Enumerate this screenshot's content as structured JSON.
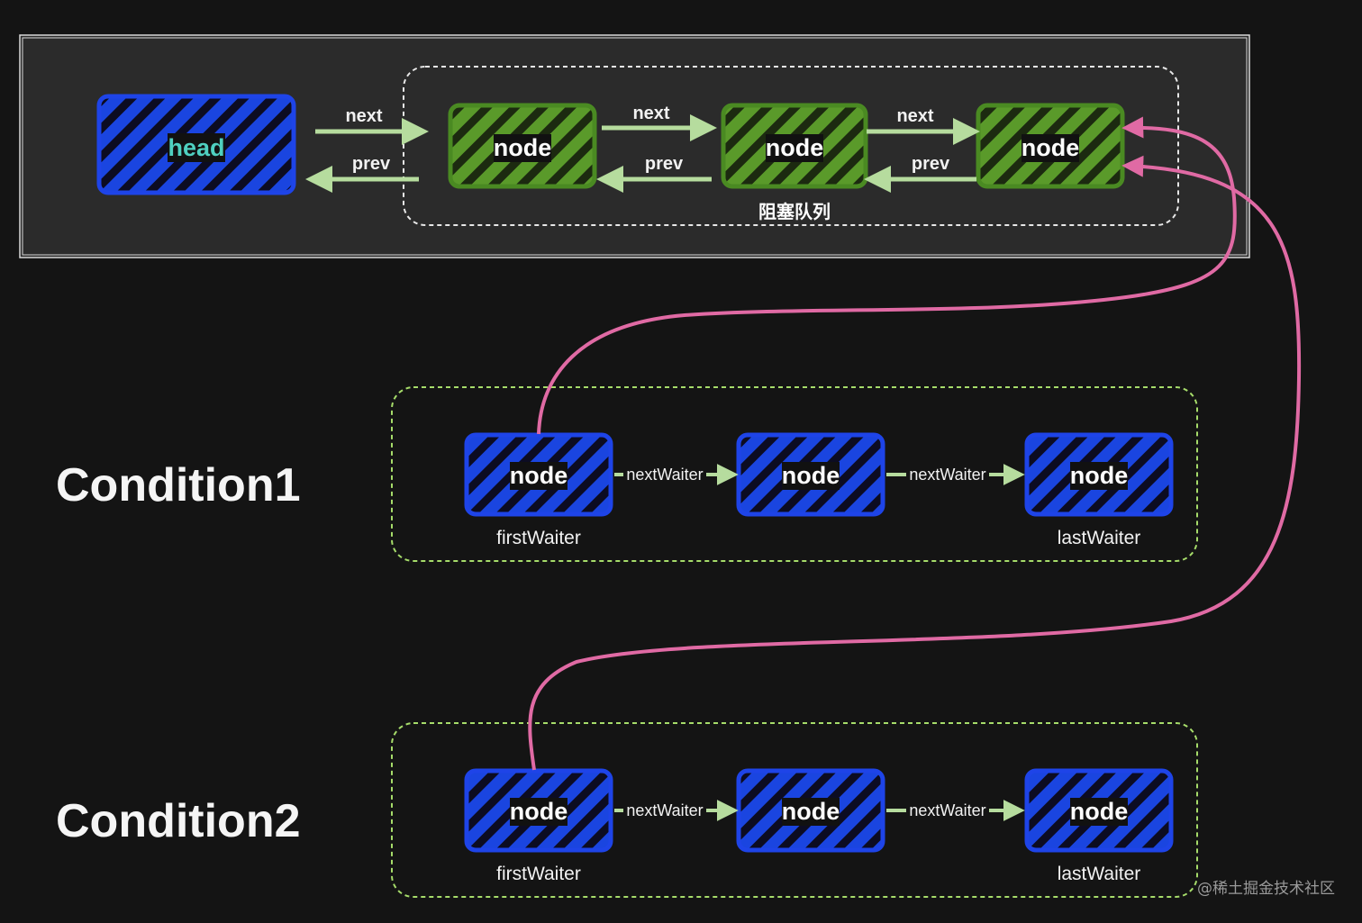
{
  "colors": {
    "background": "#141414",
    "blue_node": "#1a45e0",
    "green_node": "#5a9a2a",
    "arrow_green": "#b6dc9e",
    "pink_link": "#e06aa4",
    "dash_green": "#a6dc6a",
    "head_text": "#4fd0c0"
  },
  "sync_queue": {
    "head": {
      "label": "head",
      "icon": "hatched-box"
    },
    "group_label": "阻塞队列",
    "nodes": [
      {
        "label": "node"
      },
      {
        "label": "node"
      },
      {
        "label": "node"
      }
    ],
    "next_label": "next",
    "prev_label": "prev"
  },
  "conditions": [
    {
      "title": "Condition1",
      "nodes": [
        {
          "label": "node"
        },
        {
          "label": "node"
        },
        {
          "label": "node"
        }
      ],
      "link_label": "nextWaiter",
      "first_label": "firstWaiter",
      "last_label": "lastWaiter"
    },
    {
      "title": "Condition2",
      "nodes": [
        {
          "label": "node"
        },
        {
          "label": "node"
        },
        {
          "label": "node"
        }
      ],
      "link_label": "nextWaiter",
      "first_label": "firstWaiter",
      "last_label": "lastWaiter"
    }
  ],
  "watermark": "@稀土掘金技术社区"
}
